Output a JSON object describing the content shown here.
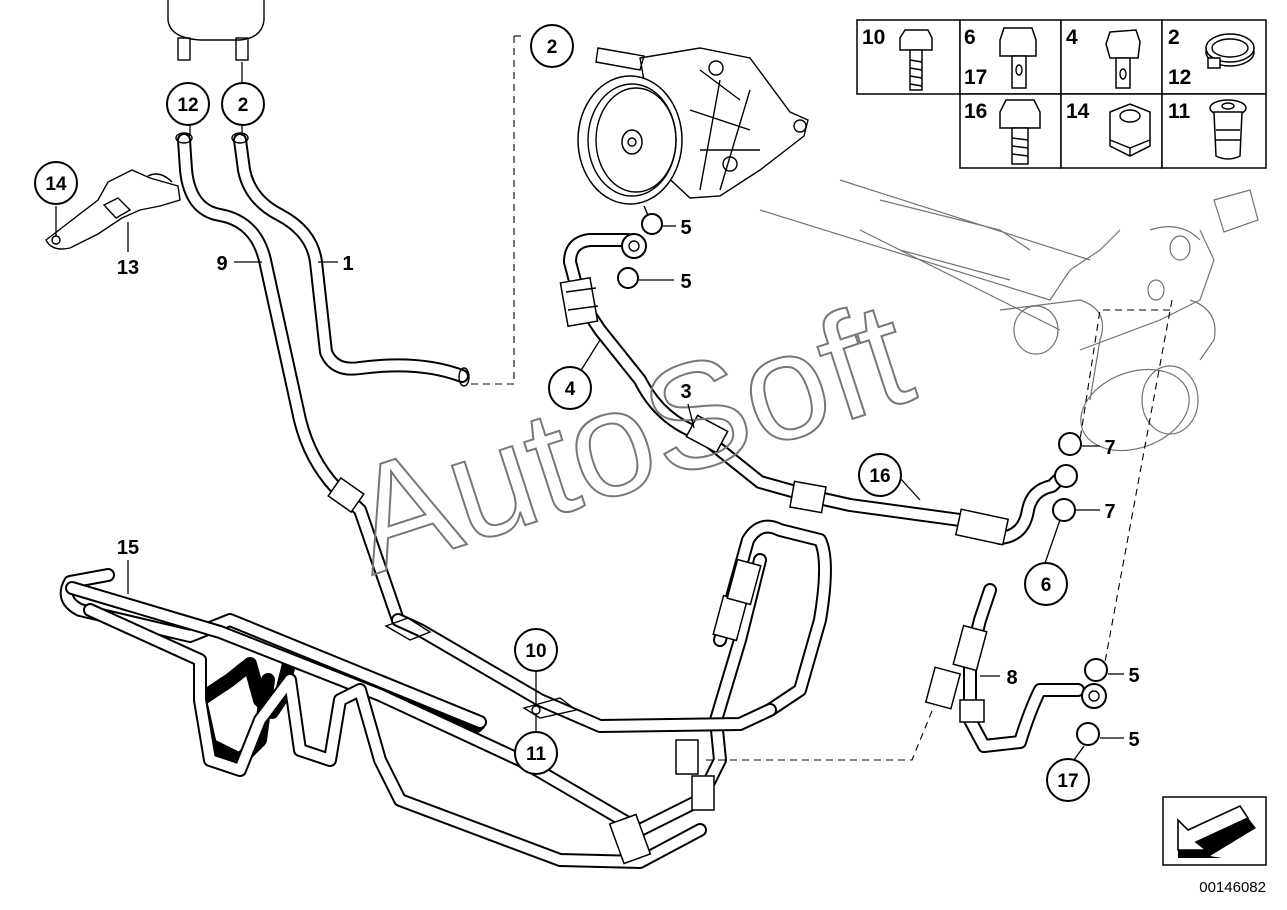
{
  "diagram": {
    "watermark": "AutoSoft",
    "reference_number": "00146082",
    "callouts": {
      "c2_top": "2",
      "c12": "12",
      "c2_hose": "2",
      "c14": "14",
      "c4": "4",
      "c16": "16",
      "c6": "6",
      "c10": "10",
      "c11": "11",
      "c17": "17"
    },
    "labels": {
      "l1": "1",
      "l9": "9",
      "l13": "13",
      "l5a": "5",
      "l5b": "5",
      "l3": "3",
      "l7a": "7",
      "l7b": "7",
      "l15": "15",
      "l8": "8",
      "l5c": "5",
      "l5d": "5"
    },
    "legend": {
      "cells": [
        [
          "10"
        ],
        [
          "6",
          "17"
        ],
        [
          "4"
        ],
        [
          "2",
          "12"
        ],
        [
          "16"
        ],
        [
          "14"
        ],
        [
          "11"
        ]
      ]
    }
  }
}
